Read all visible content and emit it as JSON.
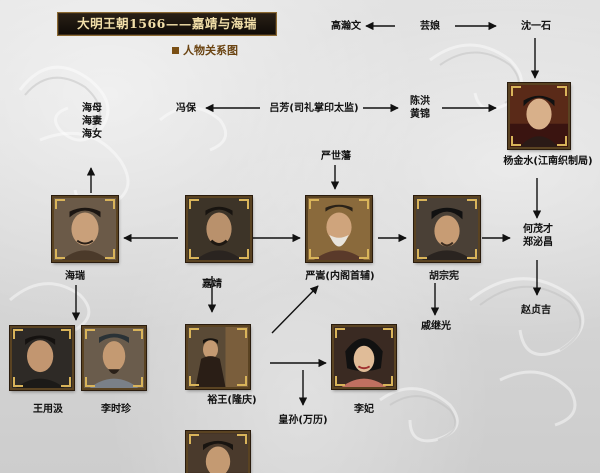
{
  "header": {
    "title": "大明王朝1566——嘉靖与海瑞",
    "subtitle": "人物关系图"
  },
  "persons": {
    "gaohanwen": "高瀚文",
    "yunniang": "芸娘",
    "shenyishi": "沈一石",
    "haimu_group": [
      "海母",
      "海妻",
      "海女"
    ],
    "fengbao": "冯保",
    "lvfang": "吕芳(司礼掌印太监)",
    "chenhong_group": [
      "陈洪",
      "黄锦"
    ],
    "yangjinshui": "杨金水(江南织制局)",
    "yanshifan": "严世藩",
    "hairui": "海瑞",
    "jiajing": "嘉靖",
    "yansong": "严嵩(内阁首辅)",
    "huzongxian": "胡宗宪",
    "hemaocai_group": [
      "何茂才",
      "郑泌昌"
    ],
    "wangyongji": "王用汲",
    "lishizhen": "李时珍",
    "qijiguang": "戚继光",
    "zhaozhenji": "赵贞吉",
    "yuwang": "裕王(隆庆)",
    "huangsun": "皇孙(万历)",
    "lifei": "李妃"
  },
  "colors": {
    "banner_bg": "#1a130c",
    "banner_text": "#f2dfa9",
    "subtitle_text": "#6b4412",
    "frame_gold": "#d9b45a",
    "arrow": "#111111"
  }
}
